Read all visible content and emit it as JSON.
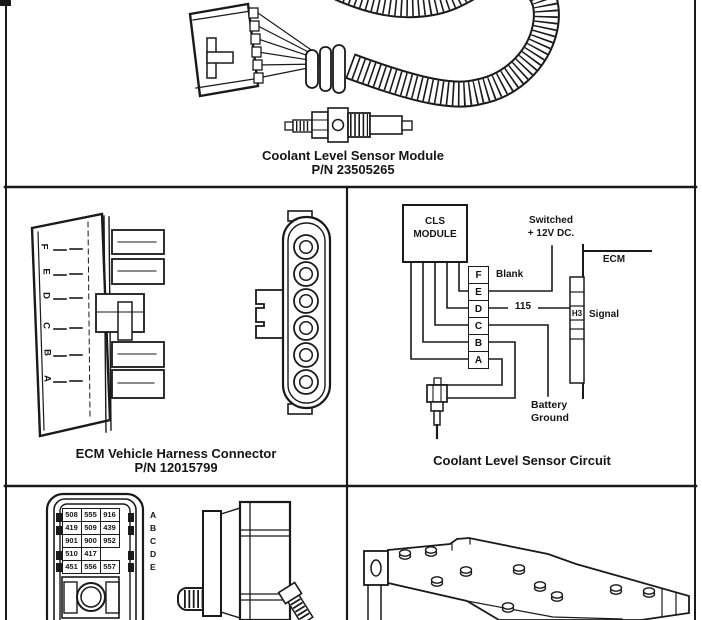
{
  "page": {
    "background": "#ffffff",
    "ink": "#1a1a1a"
  },
  "panels": {
    "top": {
      "caption1": "Coolant Level Sensor Module",
      "caption2": "P/N 23505265"
    },
    "middle_left": {
      "caption1": "ECM Vehicle Harness Connector",
      "caption2": "P/N 12015799",
      "pin_labels": [
        "F",
        "E",
        "D",
        "C",
        "B",
        "A"
      ]
    },
    "circuit": {
      "caption": "Coolant Level Sensor Circuit",
      "module1": "CLS",
      "module2": "MODULE",
      "pins": [
        "F",
        "E",
        "D",
        "C",
        "B",
        "A"
      ],
      "blank_note": "Blank",
      "switched1": "Switched",
      "switched2": "+ 12V DC.",
      "ecm": "ECM",
      "wire_number": "115",
      "ecm_pin": "H3",
      "signal": "Signal",
      "ground1": "Battery",
      "ground2": "Ground"
    },
    "bottom_left": {
      "row_letters": [
        "A",
        "B",
        "C",
        "D",
        "E"
      ],
      "grid": [
        [
          "508",
          "555",
          "916"
        ],
        [
          "419",
          "509",
          "439"
        ],
        [
          "901",
          "900",
          "952"
        ],
        [
          "510",
          "417",
          ""
        ],
        [
          "451",
          "556",
          "557"
        ]
      ]
    }
  }
}
